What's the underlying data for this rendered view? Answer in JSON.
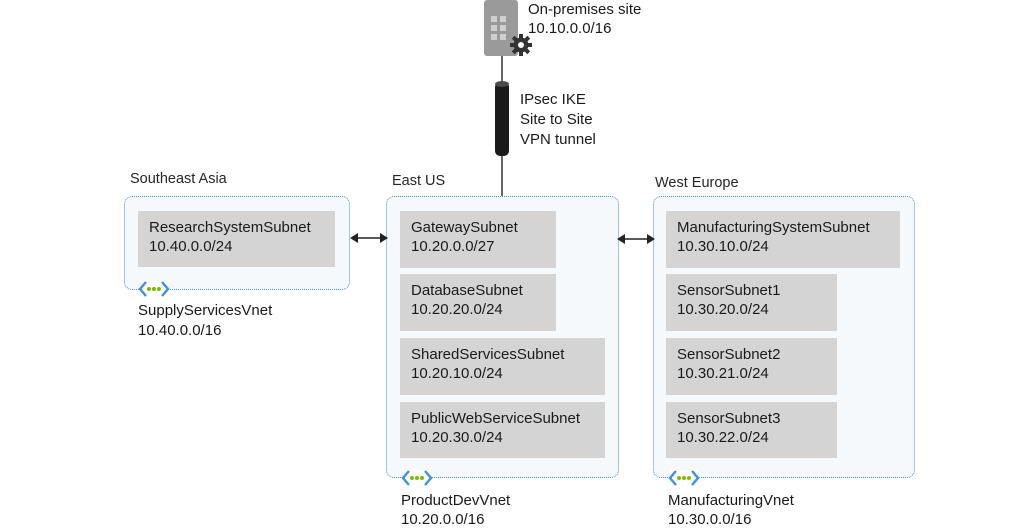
{
  "onprem": {
    "title": "On-premises site",
    "cidr": "10.10.0.0/16"
  },
  "tunnel": {
    "line1": "IPsec IKE",
    "line2": "Site to Site",
    "line3": "VPN tunnel"
  },
  "regions": {
    "southeast_asia": {
      "label": "Southeast Asia",
      "vnet_name": "SupplyServicesVnet",
      "vnet_cidr": "10.40.0.0/16",
      "subnets": [
        {
          "name": "ResearchSystemSubnet",
          "cidr": "10.40.0.0/24"
        }
      ]
    },
    "east_us": {
      "label": "East US",
      "vnet_name": "ProductDevVnet",
      "vnet_cidr": "10.20.0.0/16",
      "subnets": [
        {
          "name": "GatewaySubnet",
          "cidr": "10.20.0.0/27"
        },
        {
          "name": "DatabaseSubnet",
          "cidr": "10.20.20.0/24"
        },
        {
          "name": "SharedServicesSubnet",
          "cidr": "10.20.10.0/24"
        },
        {
          "name": "PublicWebServiceSubnet",
          "cidr": "10.20.30.0/24"
        }
      ]
    },
    "west_europe": {
      "label": "West Europe",
      "vnet_name": "ManufacturingVnet",
      "vnet_cidr": "10.30.0.0/16",
      "subnets": [
        {
          "name": "ManufacturingSystemSubnet",
          "cidr": "10.30.10.0/24"
        },
        {
          "name": "SensorSubnet1",
          "cidr": "10.30.20.0/24"
        },
        {
          "name": "SensorSubnet2",
          "cidr": "10.30.21.0/24"
        },
        {
          "name": "SensorSubnet3",
          "cidr": "10.30.22.0/24"
        }
      ]
    }
  },
  "colors": {
    "vnet_border": "#4a90c8",
    "vnet_fill": "#f5f9fc",
    "subnet_fill": "#d4d4d4",
    "vnet_icon_dots": "#7fba00",
    "vnet_icon_brackets": "#3c91e6",
    "tunnel": "#1a1a1a"
  },
  "icons": {
    "onprem": "server-gear-icon",
    "tunnel": "vpn-tunnel-icon",
    "vnet": "virtual-network-icon",
    "peering": "double-arrow-icon"
  }
}
